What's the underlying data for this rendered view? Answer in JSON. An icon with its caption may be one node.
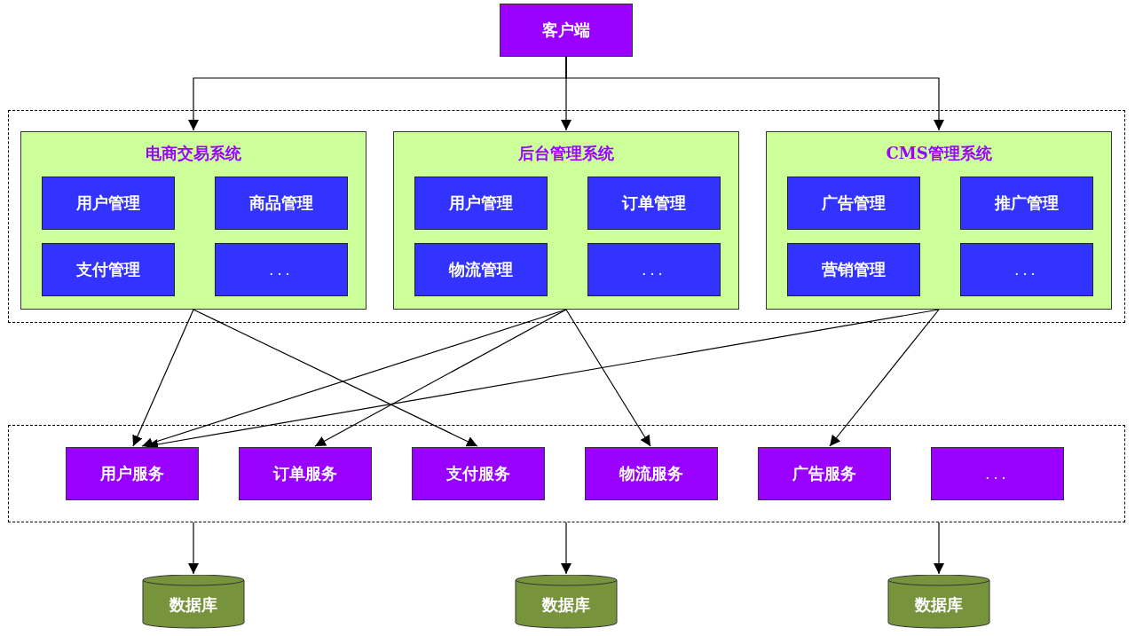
{
  "diagram": {
    "nodes": [
      {
        "text": [
          "客户端"
        ]
      },
      {
        "text": [],
        "shape": "box"
      },
      {
        "text": [
          "电商交易系统"
        ],
        "in": 1
      },
      {
        "text": [
          "用户管理"
        ],
        "in": 2
      },
      {
        "text": [
          "商品管理"
        ],
        "in": 2
      },
      {
        "text": [
          "支付管理"
        ],
        "in": 2
      },
      {
        "text": [
          "..."
        ],
        "in": 2
      },
      {
        "text": [
          "后台管理系统"
        ],
        "in": 1
      },
      {
        "text": [
          "用户管理"
        ],
        "in": 7
      },
      {
        "text": [
          "订单管理"
        ],
        "in": 7
      },
      {
        "text": [
          "物流管理"
        ],
        "in": 7
      },
      {
        "text": [
          "..."
        ],
        "in": 7
      },
      {
        "text": [
          "CMS管理系统"
        ],
        "in": 1
      },
      {
        "text": [
          "广告管理"
        ],
        "in": 12
      },
      {
        "text": [
          "推广管理"
        ],
        "in": 12
      },
      {
        "text": [
          "营销管理"
        ],
        "in": 12
      },
      {
        "text": [
          "..."
        ],
        "in": 12
      },
      {
        "text": [],
        "shape": "box"
      },
      {
        "text": [
          "用户服务"
        ],
        "in": 17
      },
      {
        "text": [
          "订单服务"
        ],
        "in": 17
      },
      {
        "text": [
          "支付服务"
        ],
        "in": 17
      },
      {
        "text": [
          "物流服务"
        ],
        "in": 17
      },
      {
        "text": [
          "广告服务"
        ],
        "in": 17
      },
      {
        "text": [
          "..."
        ],
        "in": 17
      },
      {
        "text": [
          "数据库"
        ]
      },
      {
        "text": [
          "数据库"
        ]
      },
      {
        "text": [
          "数据库"
        ]
      }
    ],
    "edges": [
      {
        "from": 0,
        "to": 2,
        "arrow": "to"
      },
      {
        "from": 0,
        "to": 7,
        "arrow": "to"
      },
      {
        "from": 0,
        "to": 12,
        "arrow": "to"
      },
      {
        "from": 2,
        "to": 18,
        "arrow": "to"
      },
      {
        "from": 2,
        "to": 20,
        "arrow": "to"
      },
      {
        "from": 7,
        "to": 18,
        "arrow": "to"
      },
      {
        "from": 7,
        "to": 19,
        "arrow": "to"
      },
      {
        "from": 7,
        "to": 21,
        "arrow": "to"
      },
      {
        "from": 12,
        "to": 18,
        "arrow": "to"
      },
      {
        "from": 12,
        "to": 22,
        "arrow": "to"
      },
      {
        "from": 17,
        "to": 24,
        "arrow": "to"
      },
      {
        "from": 17,
        "to": 25,
        "arrow": "to"
      },
      {
        "from": 17,
        "to": 26,
        "arrow": "to"
      }
    ]
  }
}
